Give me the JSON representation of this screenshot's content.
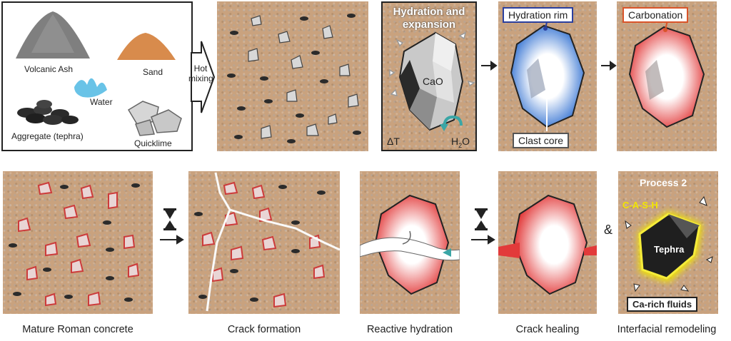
{
  "ingredients": {
    "volcanic_ash": "Volcanic Ash",
    "sand": "Sand",
    "water": "Water",
    "aggregate": "Aggregate (tephra)",
    "quicklime": "Quicklime",
    "arrow_label_line1": "Hot",
    "arrow_label_line2": "mixing"
  },
  "hydration_panel": {
    "title_line1": "Hydration and",
    "title_line2": "expansion",
    "cao": "CaO",
    "delta_t": "ΔT",
    "h2o_main": "H",
    "h2o_sub": "2",
    "h2o_tail": "O"
  },
  "rim_panel": {
    "rim_label": "Hydration rim",
    "core_label": "Clast core"
  },
  "carbonation_panel": {
    "label": "Carbonation"
  },
  "process2_panel": {
    "title": "Process 2",
    "csh": "C-A-S-H",
    "tephra": "Tephra",
    "fluids": "Ca-rich fluids"
  },
  "ampersand": "&",
  "captions": {
    "mature": "Mature Roman concrete",
    "crack": "Crack formation",
    "reactive": "Reactive hydration",
    "healing": "Crack healing",
    "remodeling": "Interfacial remodeling"
  },
  "colors": {
    "rim_border": "#2a3f9e",
    "carbonation_border": "#d9542a",
    "csh_text": "#f2e500",
    "teal_arrow": "#3aa6a6"
  }
}
